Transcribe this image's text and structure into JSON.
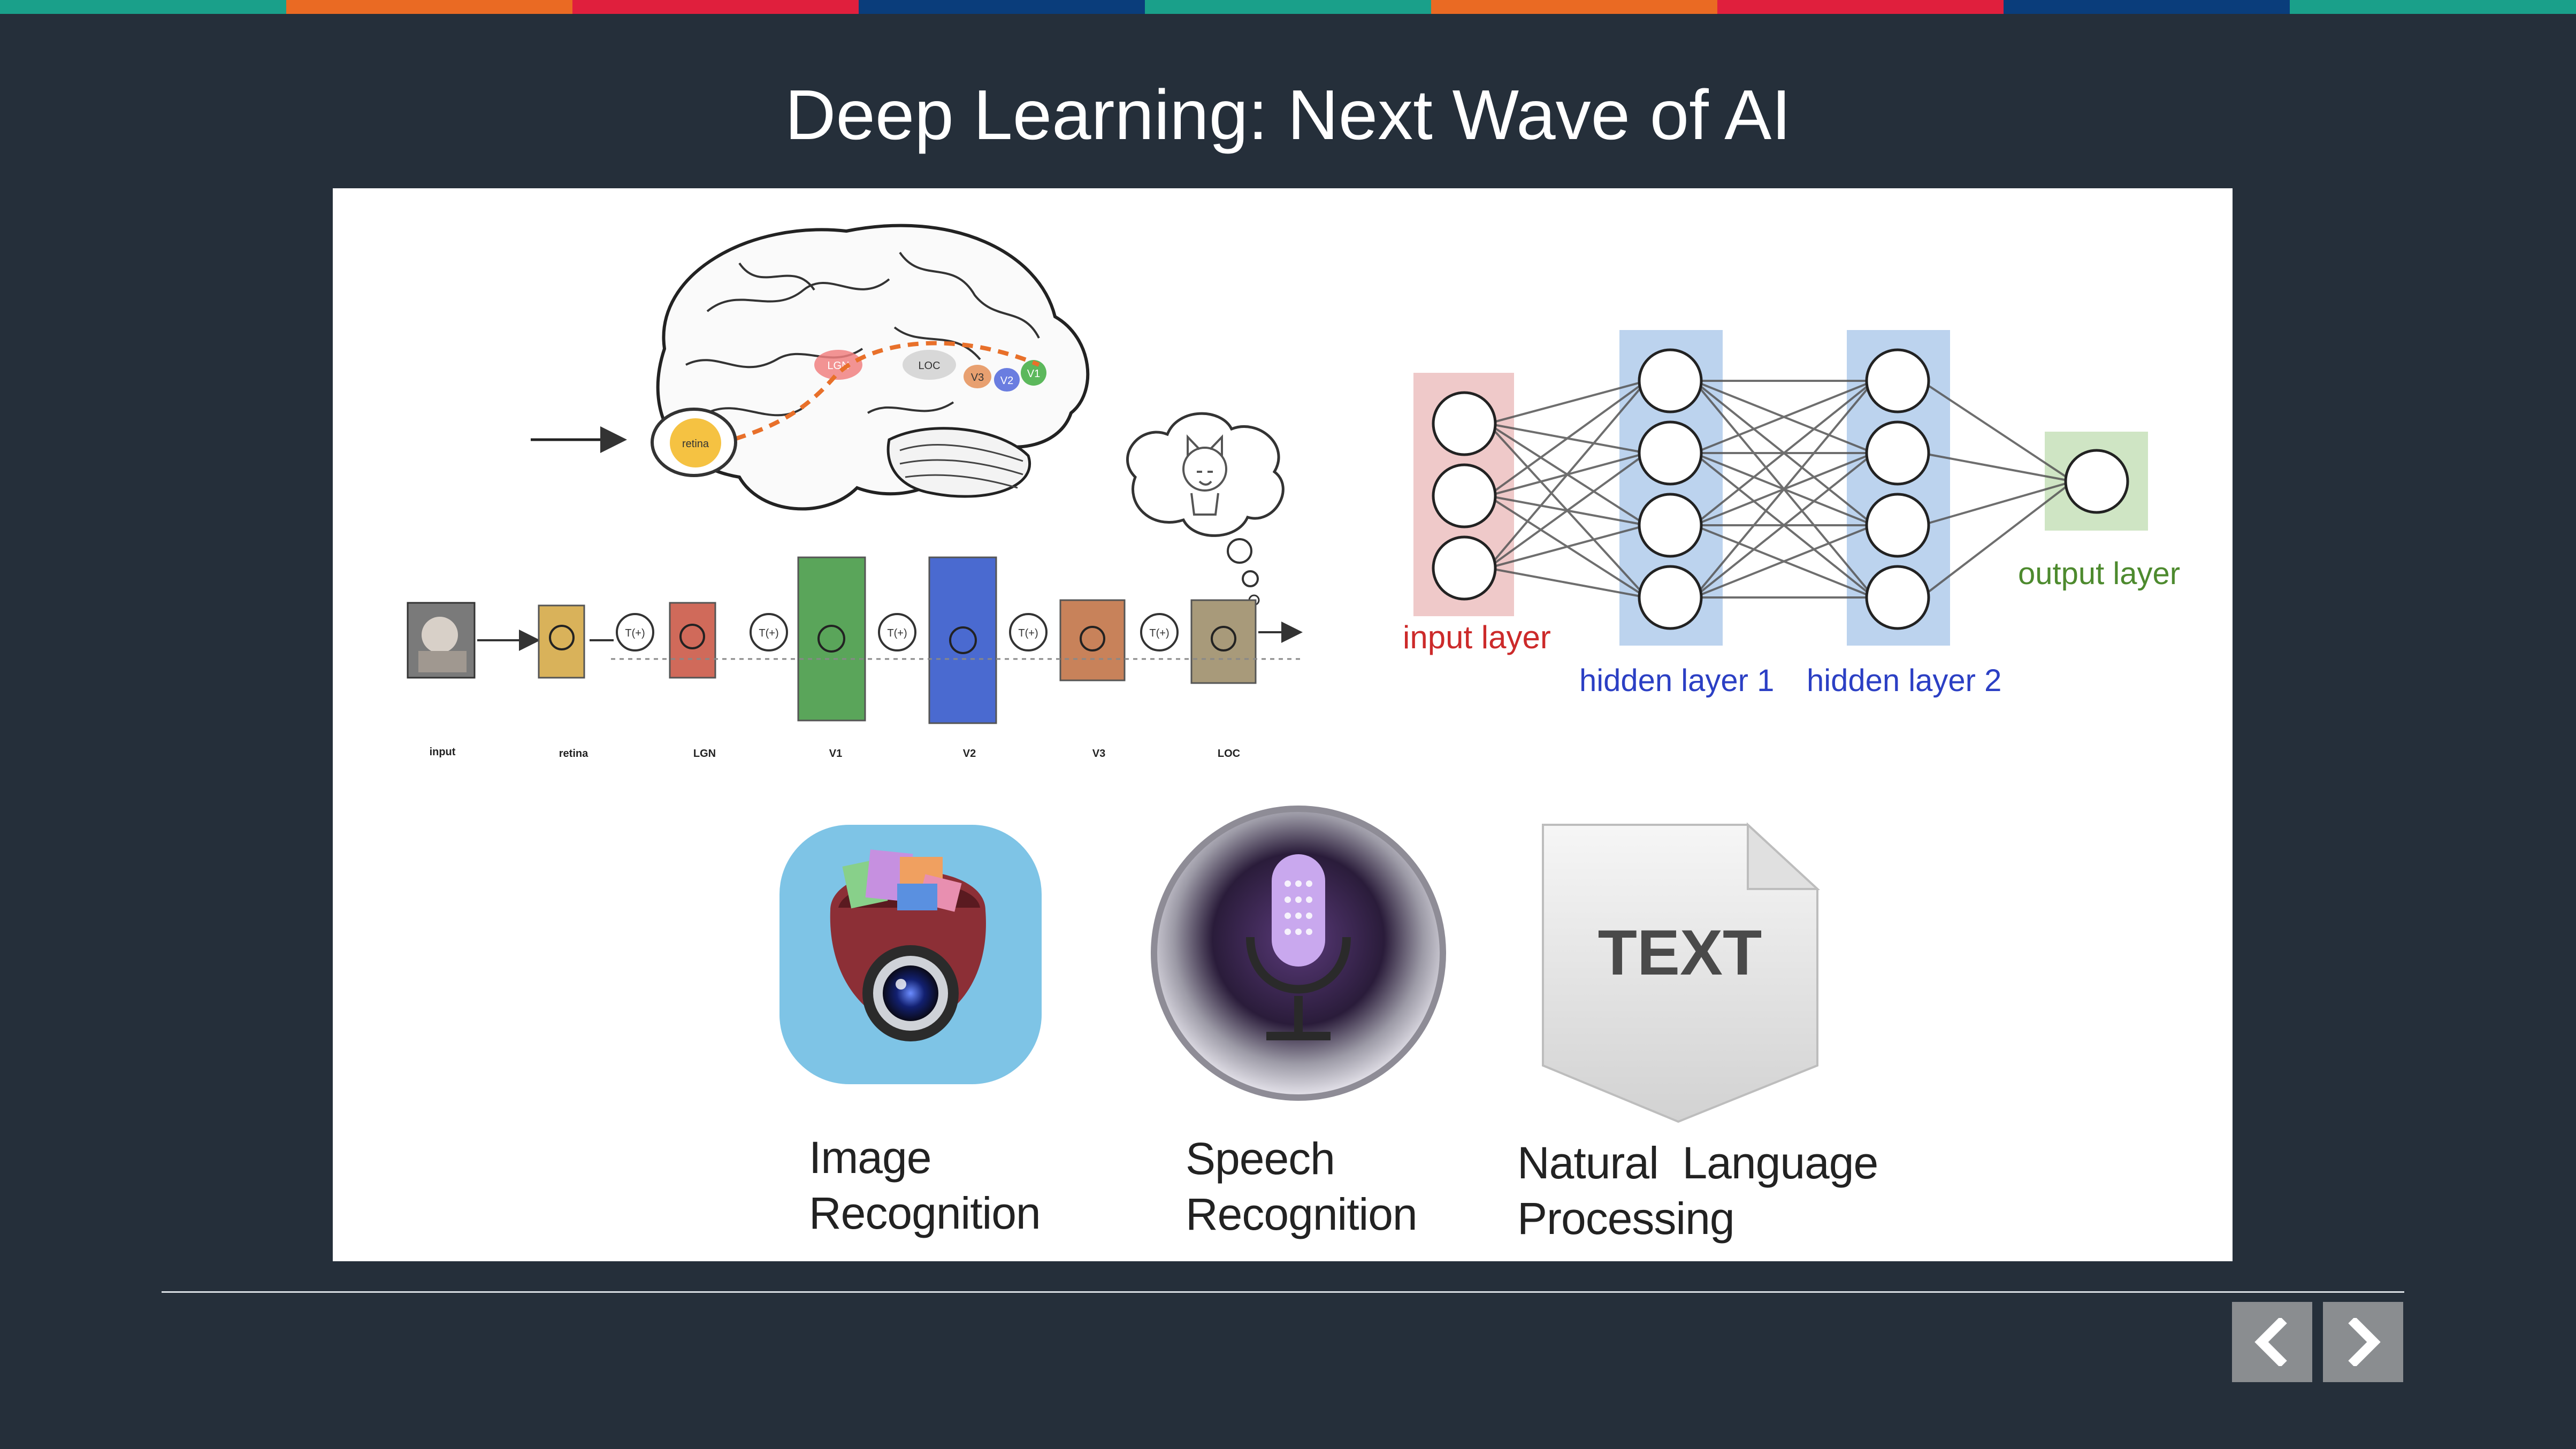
{
  "top_bar_colors": [
    "#1aa08a",
    "#ea6a23",
    "#e01f3d",
    "#0a3d7b",
    "#1aa08a",
    "#ea6a23",
    "#e01f3d",
    "#0a3d7b",
    "#1aa08a"
  ],
  "slide": {
    "title": "Deep Learning: Next Wave of AI"
  },
  "brain_diagram": {
    "regions": [
      "LGN",
      "LOC",
      "V3",
      "V2",
      "V1",
      "retina"
    ],
    "stage_labels": [
      "input",
      "retina",
      "LGN",
      "V1",
      "V2",
      "V3",
      "LOC"
    ],
    "connector_label": "T(+)"
  },
  "network_diagram": {
    "input_layer": "input layer",
    "hidden_layer_1": "hidden layer 1",
    "hidden_layer_2": "hidden layer 2",
    "output_layer": "output layer",
    "colors": {
      "input": "#cc2a2a",
      "hidden": "#2b3fc4",
      "output": "#4d8a2e"
    }
  },
  "applications": [
    {
      "icon": "camera-icon",
      "line1": "Image",
      "line2": "Recognition"
    },
    {
      "icon": "microphone-icon",
      "line1": "Speech",
      "line2": "Recognition"
    },
    {
      "icon": "text-document-icon",
      "badge": "TEXT",
      "line1": "Natural  Language",
      "line2": "Processing"
    }
  ],
  "navigation": {
    "prev_icon": "chevron-left-icon",
    "next_icon": "chevron-right-icon"
  }
}
